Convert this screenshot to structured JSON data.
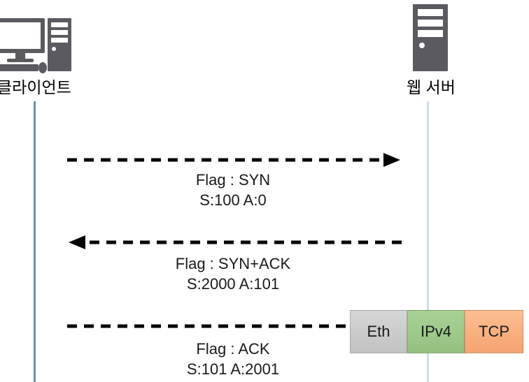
{
  "diagram": {
    "title": "TCP three-way handshake sequence diagram",
    "nodes": [
      {
        "id": "client",
        "label": "클라이언트",
        "icon": "desktop-computer-icon"
      },
      {
        "id": "server",
        "label": "웹 서버",
        "icon": "server-tower-icon"
      }
    ],
    "messages": [
      {
        "id": "syn",
        "direction": "right",
        "flag_label": "Flag : SYN",
        "seq_label": "S:100 A:0",
        "arrow_style": "dashed",
        "arrowhead": "solid-triangle"
      },
      {
        "id": "syn-ack",
        "direction": "left",
        "flag_label": "Flag : SYN+ACK",
        "seq_label": "S:2000 A:101",
        "arrow_style": "dashed",
        "arrowhead": "solid-triangle"
      },
      {
        "id": "ack",
        "direction": "right",
        "flag_label": "Flag : ACK",
        "seq_label": "S:101 A:2001",
        "arrow_style": "dashed",
        "arrowhead": "none"
      }
    ],
    "packet_stack": {
      "layers": [
        {
          "id": "eth",
          "label": "Eth",
          "color": "#cbcbcb"
        },
        {
          "id": "ipv4",
          "label": "IPv4",
          "color": "#9dc98a"
        },
        {
          "id": "tcp",
          "label": "TCP",
          "color": "#f9af7e"
        }
      ]
    },
    "colors": {
      "client_lifeline": "#6d8fa8",
      "server_lifeline": "#c7def2",
      "icon_gray": "#5a5a60",
      "arrow_black": "#000000",
      "background": "#ffffff"
    }
  }
}
